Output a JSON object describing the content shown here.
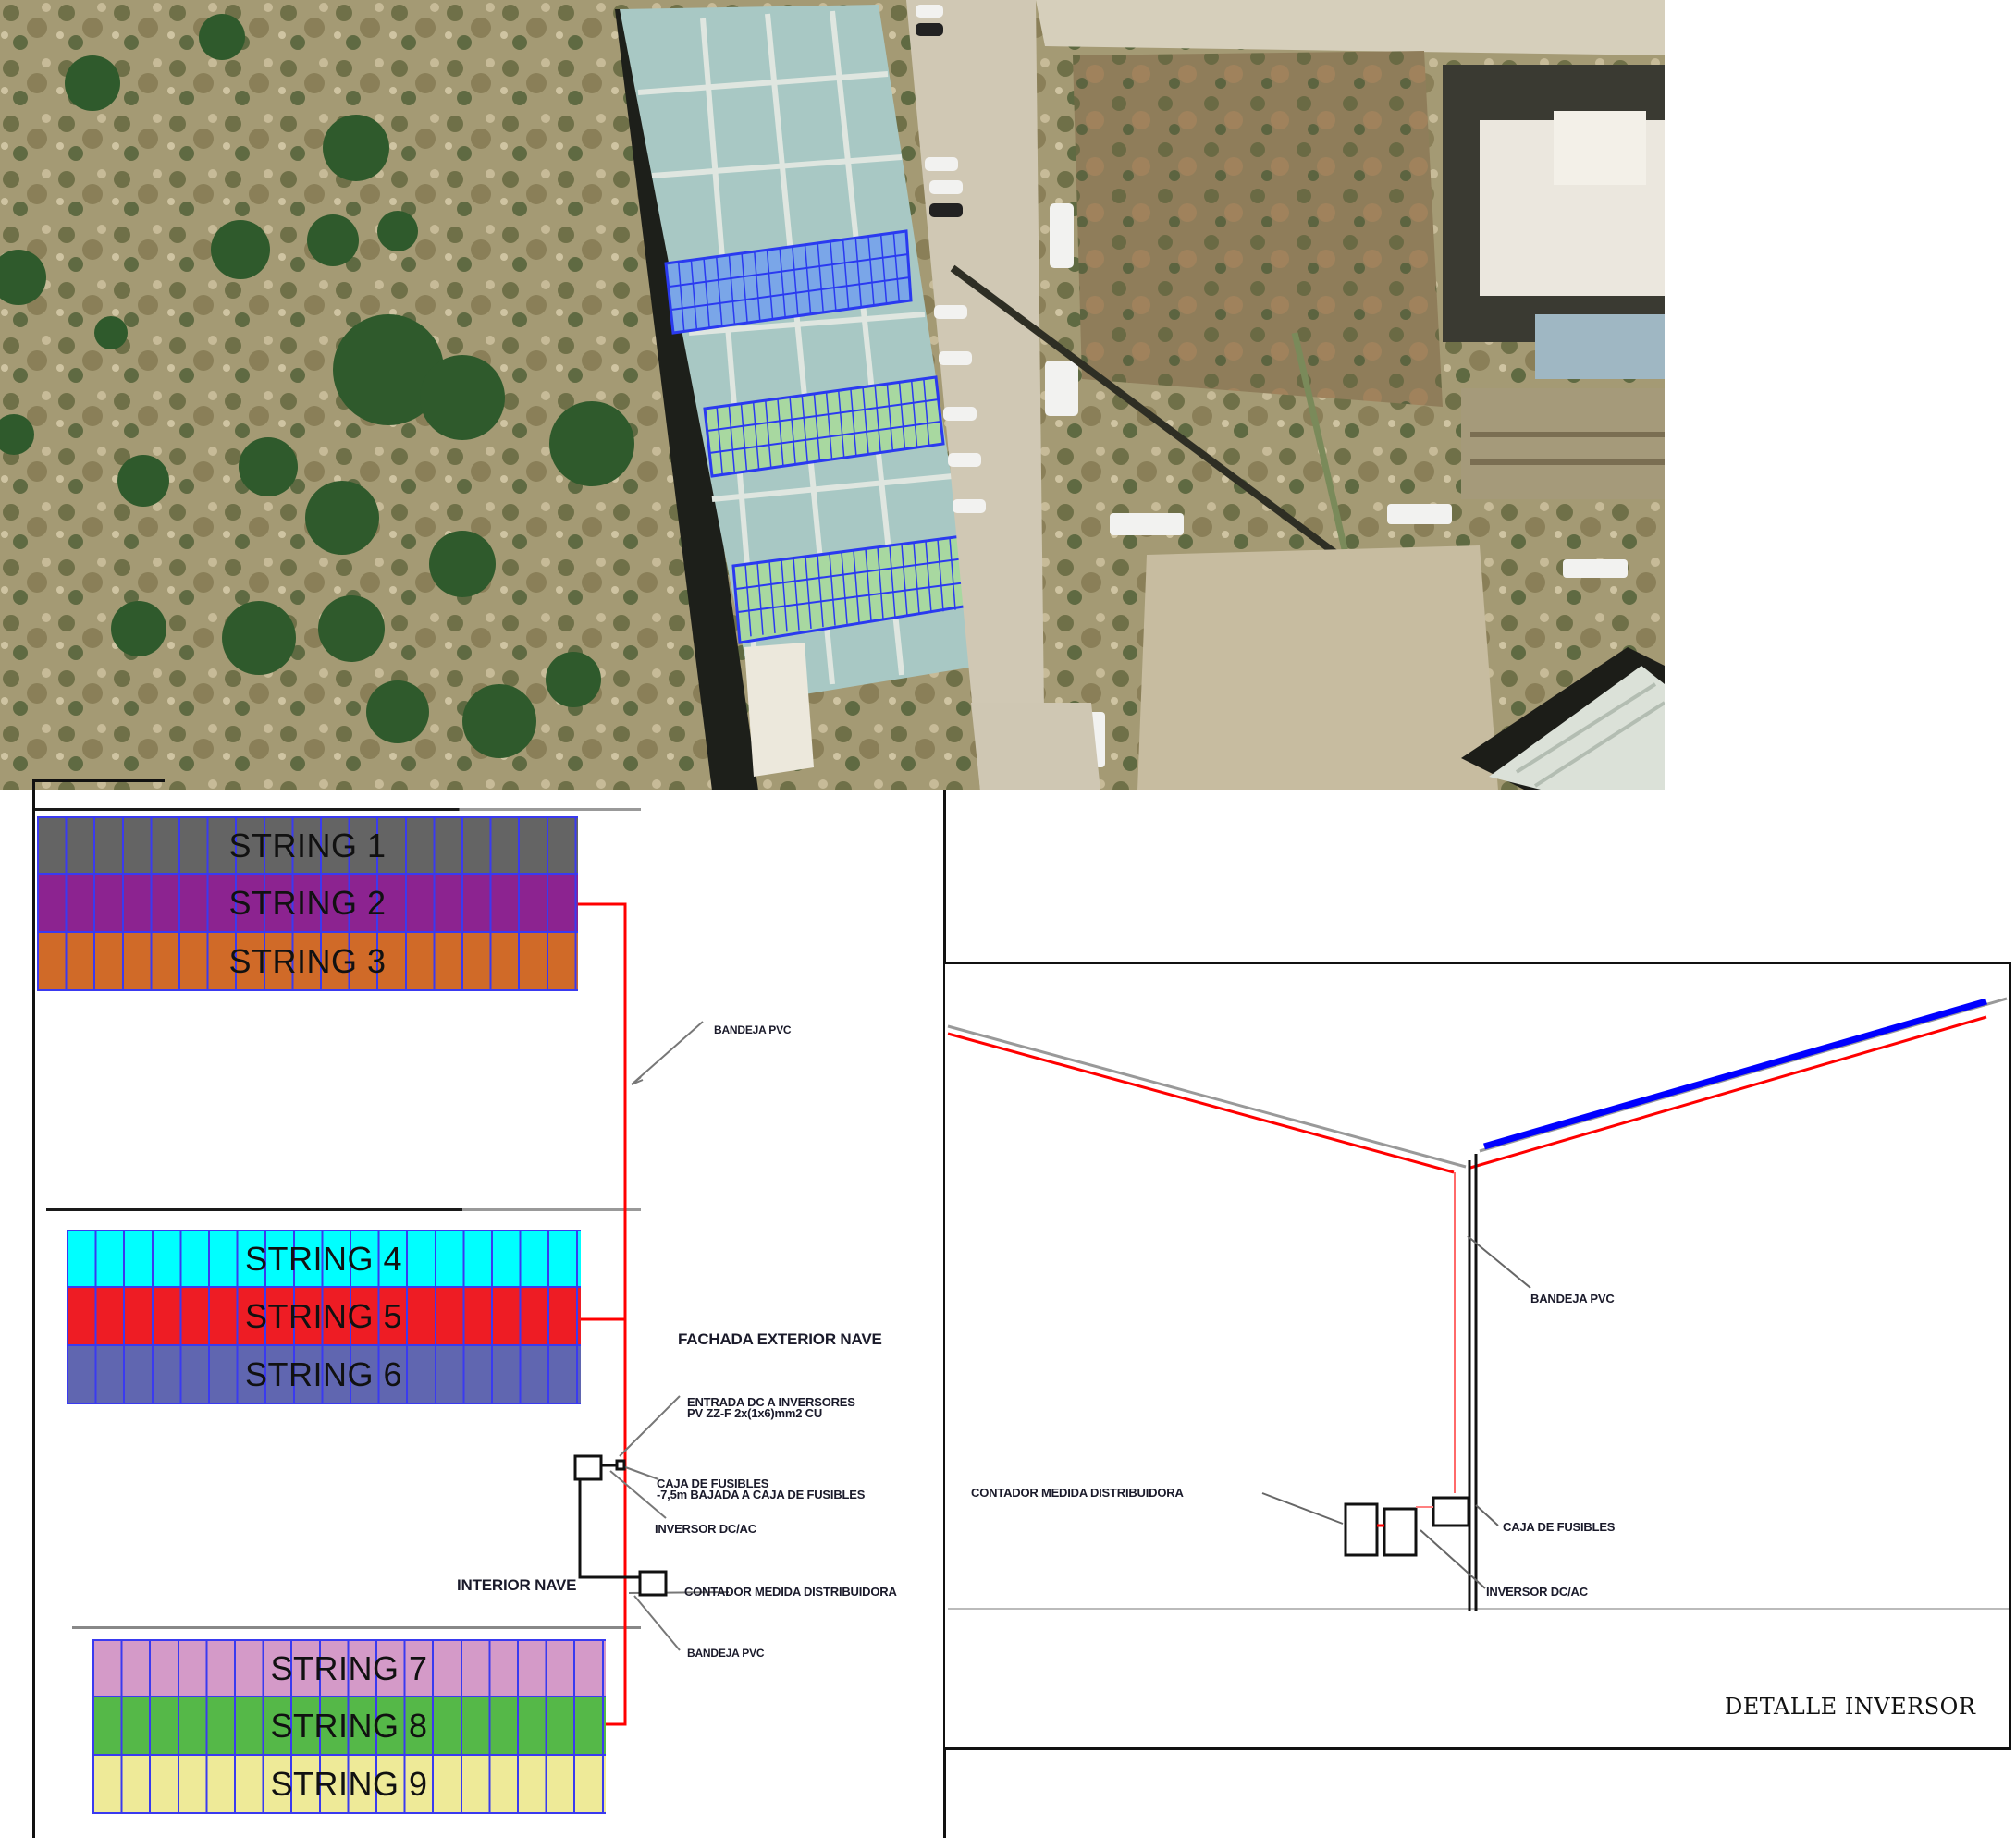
{
  "aerial": {
    "description": "Aerial satellite view of industrial building with rooftop PV arrays",
    "pv_arrays": [
      {
        "id": "array-1",
        "color": "#7aa6e8",
        "rows": 3,
        "cols": 19
      },
      {
        "id": "array-2",
        "color": "#a8d8a0",
        "rows": 3,
        "cols": 19
      },
      {
        "id": "array-3",
        "color": "#a8d8a0",
        "rows": 3,
        "cols": 19
      }
    ],
    "grid_line_color": "#2a3af0"
  },
  "plan": {
    "groups": [
      {
        "id": "group-1",
        "strings": [
          {
            "label": "STRING 1",
            "color": "#646464"
          },
          {
            "label": "STRING 2",
            "color": "#8c2390"
          },
          {
            "label": "STRING 3",
            "color": "#d06a28"
          }
        ]
      },
      {
        "id": "group-2",
        "strings": [
          {
            "label": "STRING 4",
            "color": "#00ffff"
          },
          {
            "label": "STRING 5",
            "color": "#ee1c24"
          },
          {
            "label": "STRING 6",
            "color": "#6066b0"
          }
        ]
      },
      {
        "id": "group-3",
        "strings": [
          {
            "label": "STRING 7",
            "color": "#d49ac8"
          },
          {
            "label": "STRING 8",
            "color": "#55b848"
          },
          {
            "label": "STRING 9",
            "color": "#eeea98"
          }
        ]
      }
    ],
    "cable_color": "#ff0000",
    "labels": {
      "bandeja_top": "BANDEJA PVC",
      "fachada": "FACHADA EXTERIOR NAVE",
      "entrada_line1": "ENTRADA DC A INVERSORES",
      "entrada_line2": "PV ZZ-F 2x(1x6)mm2 CU",
      "caja_line1": "CAJA DE FUSIBLES",
      "caja_line2": "-7,5m BAJADA A CAJA DE FUSIBLES",
      "inversor": "INVERSOR DC/AC",
      "interior": "INTERIOR NAVE",
      "contador": "CONTADOR MEDIDA DISTRIBUIDORA",
      "bandeja_bottom": "BANDEJA PVC"
    }
  },
  "detail": {
    "title": "DETALLE INVERSOR",
    "labels": {
      "bandeja": "BANDEJA PVC",
      "contador": "CONTADOR MEDIDA DISTRIBUIDORA",
      "caja": "CAJA DE FUSIBLES",
      "inversor": "INVERSOR DC/AC"
    },
    "panel_color": "#0000ff",
    "cable_color": "#ff0000"
  }
}
